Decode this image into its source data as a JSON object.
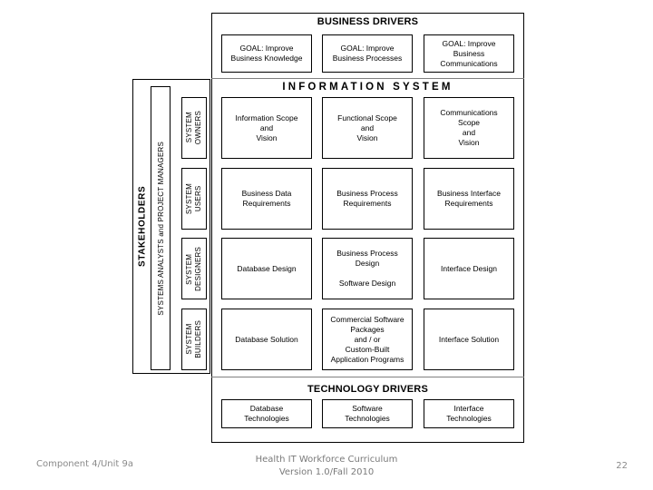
{
  "bands": {
    "business_drivers_title": "BUSINESS DRIVERS",
    "information_system_title": "INFORMATION SYSTEM",
    "technology_drivers_title": "TECHNOLOGY DRIVERS"
  },
  "stakeholders": {
    "heading": "STAKEHOLDERS",
    "analysts_label": "SYSTEMS ANALYSTS and PROJECT MANAGERS",
    "roles": [
      {
        "line1": "SYSTEM",
        "line2": "OWNERS"
      },
      {
        "line1": "SYSTEM",
        "line2": "USERS"
      },
      {
        "line1": "SYSTEM",
        "line2": "DESIGNERS"
      },
      {
        "line1": "SYSTEM",
        "line2": "BUILDERS"
      }
    ]
  },
  "goals": [
    {
      "text": "GOAL:  Improve\nBusiness Knowledge"
    },
    {
      "text": "GOAL:  Improve\nBusiness Processes"
    },
    {
      "text": "GOAL:  Improve\nBusiness\nCommunications"
    }
  ],
  "matrix": {
    "rows": [
      {
        "role": "SYSTEM OWNERS",
        "cells": [
          {
            "text": "Information Scope\nand\nVision"
          },
          {
            "text": "Functional Scope\nand\nVision"
          },
          {
            "text": "Communications\nScope\nand\nVision"
          }
        ]
      },
      {
        "role": "SYSTEM USERS",
        "cells": [
          {
            "text": "Business Data\nRequirements"
          },
          {
            "text": "Business Process\nRequirements"
          },
          {
            "text": "Business Interface\nRequirements"
          }
        ]
      },
      {
        "role": "SYSTEM DESIGNERS",
        "cells": [
          {
            "text": "Database Design"
          },
          {
            "text": "Business Process\nDesign\n\nSoftware Design"
          },
          {
            "text": "Interface Design"
          }
        ]
      },
      {
        "role": "SYSTEM BUILDERS",
        "cells": [
          {
            "text": "Database Solution"
          },
          {
            "text": "Commercial Software\nPackages\nand / or\nCustom-Built\nApplication Programs"
          },
          {
            "text": "Interface Solution"
          }
        ]
      }
    ]
  },
  "technologies": [
    {
      "text": "Database\nTechnologies"
    },
    {
      "text": "Software\nTechnologies"
    },
    {
      "text": "Interface\nTechnologies"
    }
  ],
  "footer": {
    "left": "Component 4/Unit 9a",
    "center_line1": "Health IT Workforce Curriculum",
    "center_line2": "Version 1.0/Fall 2010",
    "page_number": "22"
  }
}
